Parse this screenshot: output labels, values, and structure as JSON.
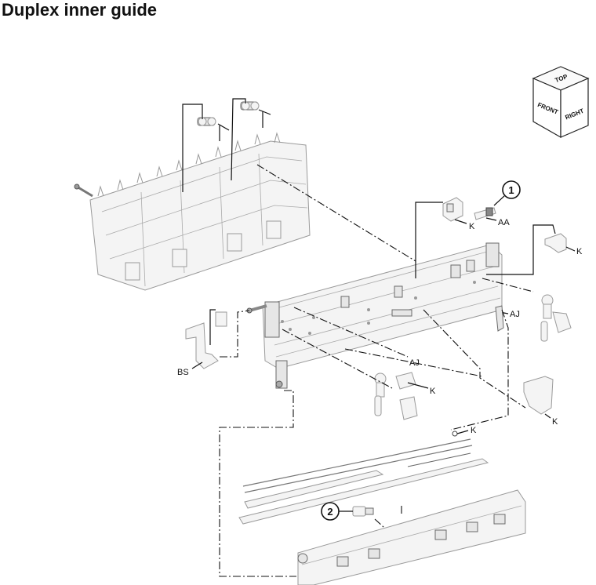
{
  "title": "Duplex inner guide",
  "orientation_cube": {
    "top": "TOP",
    "front": "FRONT",
    "right": "RIGHT"
  },
  "callouts": [
    "1",
    "2"
  ],
  "labels": {
    "aa": "AA",
    "aj_upper": "AJ",
    "aj_lower": "AJ",
    "bs": "BS",
    "k_callout1": "K",
    "k_right_upper": "K",
    "k_middle": "K",
    "k_right_lower": "K",
    "k_rod": "K"
  },
  "colors": {
    "line": "#111111",
    "part_stroke": "#9a9a9a",
    "part_fill": "#f4f4f4"
  }
}
